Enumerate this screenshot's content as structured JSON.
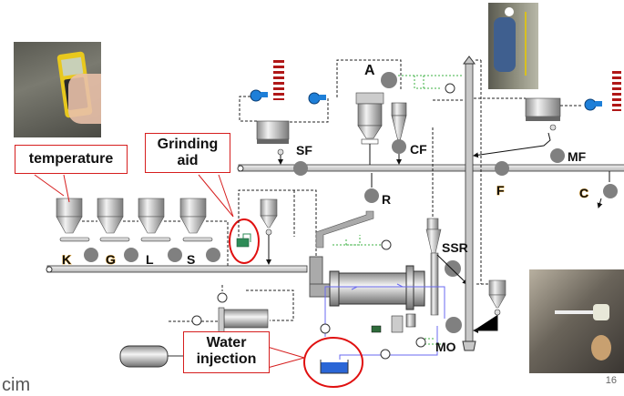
{
  "slide": {
    "page_number": "16",
    "footer_logo_text": "cim"
  },
  "callouts": {
    "temperature": "temperature",
    "grinding_aid_line1": "Grinding",
    "grinding_aid_line2": "aid",
    "water_line1": "Water",
    "water_line2": "injection"
  },
  "measurement_points": {
    "A": "A",
    "SF": "SF",
    "CF": "CF",
    "R": "R",
    "F": "F",
    "MF": "MF",
    "C": "C",
    "K": "K",
    "G": "G",
    "L": "L",
    "S": "S",
    "SSR": "SSR",
    "MO": "MO"
  },
  "colors": {
    "callout_border": "#d61e1e",
    "highlight_circle": "#e01010",
    "water": "#2a66d6",
    "grinding_aid_liquid": "#2e8b57",
    "fan": "#1e7fd8",
    "sample_point": "#808080",
    "water_line": "#6a6af0",
    "air_line_green": "#3cb043"
  },
  "photos": {
    "thermometer": "handheld-thermometer-photo",
    "worker_top": "worker-sampling-photo",
    "worker_bottom": "worker-sampling-mill-photo"
  }
}
